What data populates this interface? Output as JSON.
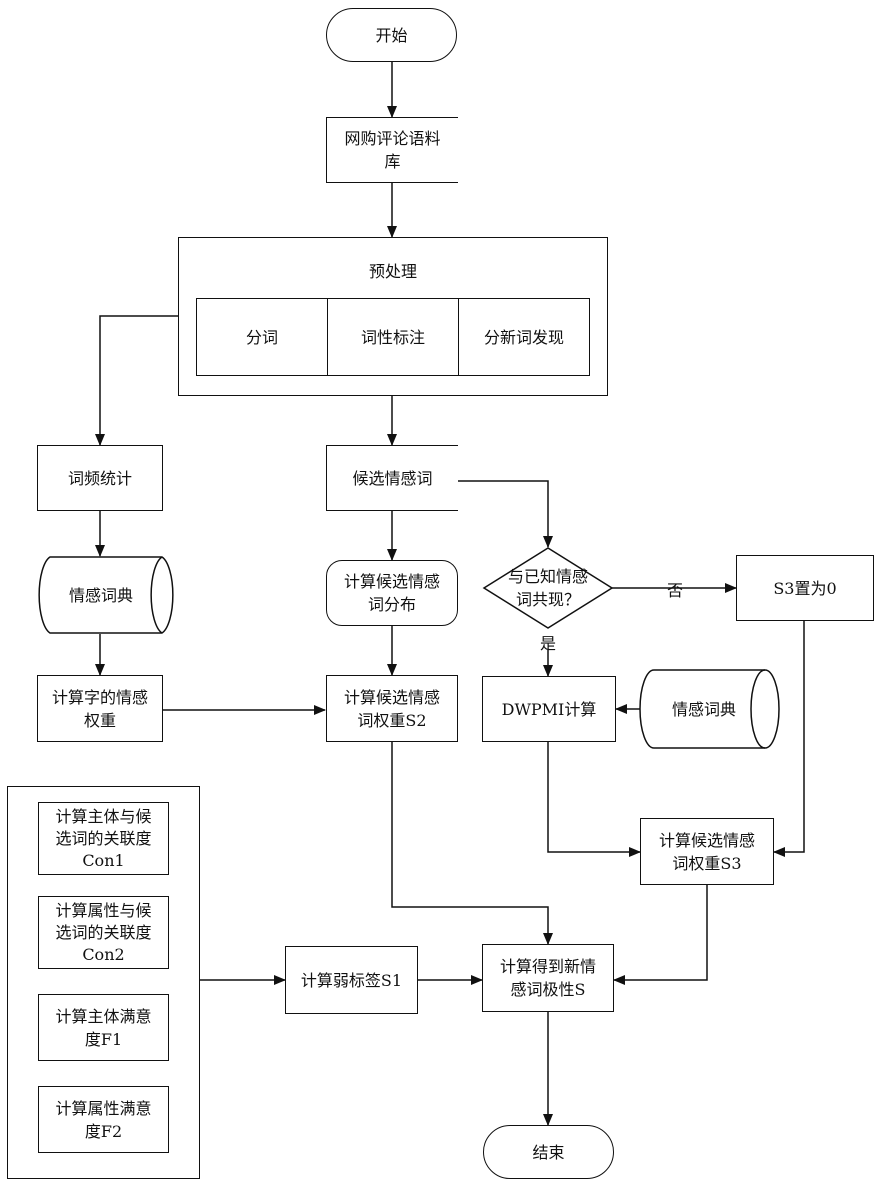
{
  "nodes": {
    "start": "开始",
    "corpus": "网购评论语料\n库",
    "preprocess": {
      "title": "预处理",
      "steps": [
        "分词",
        "词性标注",
        "分新词发现"
      ]
    },
    "word_freq": "词频统计",
    "sentiment_dict_left": "情感词典",
    "char_weight": "计算字的情感\n权重",
    "candidates": "候选情感词",
    "candidate_distribution": "计算候选情感\n词分布",
    "weight_s2": "计算候选情感\n词权重S2",
    "cooccur_decision": "与已知情感\n词共现？",
    "s3_zero": "S3置为0",
    "dwpmi": "DWPMI计算",
    "sentiment_dict_right": "情感词典",
    "weight_s3": "计算候选情感\n词权重S3",
    "features": [
      "计算主体与候\n选词的关联度\nCon1",
      "计算属性与候\n选词的关联度\nCon2",
      "计算主体满意\n度F1",
      "计算属性满意\n度F2"
    ],
    "weak_label_s1": "计算弱标签S1",
    "polarity_s": "计算得到新情\n感词极性S",
    "end": "结束"
  },
  "edge_labels": {
    "yes": "是",
    "no": "否"
  }
}
